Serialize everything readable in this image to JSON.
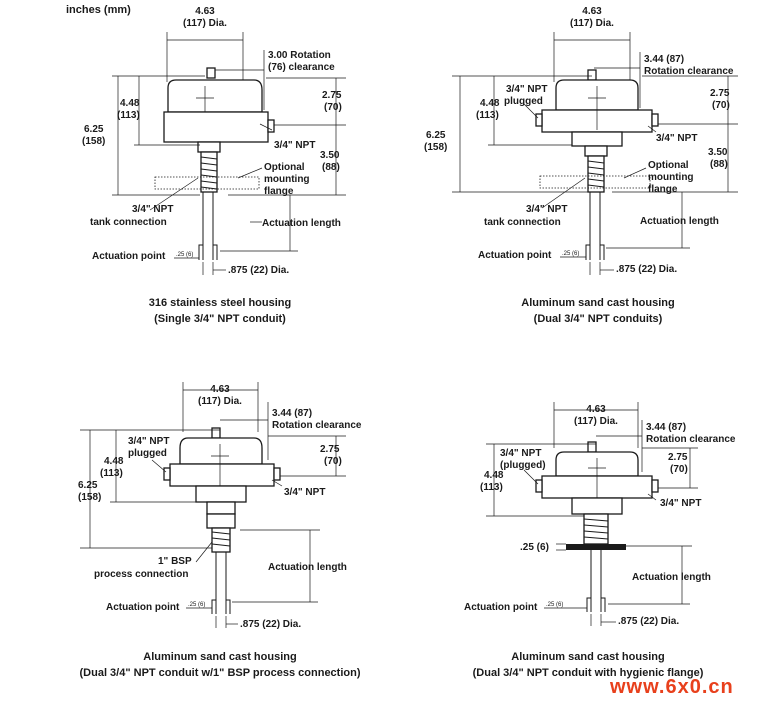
{
  "units_label": "inches (mm)",
  "watermark": "www.6x0.cn",
  "panels": [
    {
      "dim_width": "4.63",
      "dim_width_mm": "(117) Dia.",
      "dim_rot": "3.00 Rotation",
      "dim_rot2": "(76) clearance",
      "dim_275": "2.75",
      "dim_275_mm": "(70)",
      "dim_448": "4.48",
      "dim_448_mm": "(113)",
      "dim_625": "6.25",
      "dim_625_mm": "(158)",
      "dim_350": "3.50",
      "dim_350_mm": "(88)",
      "npt_side": "3/4\" NPT",
      "optional": "Optional",
      "mounting": "mounting",
      "flange": "flange",
      "tank1": "3/4\" NPT",
      "tank2": "tank connection",
      "actuation_length": "Actuation length",
      "actuation_point": "Actuation point",
      "point_dim": ".25 (6)",
      "dia": ".875 (22) Dia.",
      "caption1": "316 stainless steel housing",
      "caption2": "(Single 3/4\" NPT conduit)"
    },
    {
      "dim_width": "4.63",
      "dim_width_mm": "(117) Dia.",
      "dim_rot": "3.44 (87)",
      "dim_rot2": "Rotation clearance",
      "dim_275": "2.75",
      "dim_275_mm": "(70)",
      "dim_448": "4.48",
      "dim_448_mm": "(113)",
      "dim_625": "6.25",
      "dim_625_mm": "(158)",
      "dim_350": "3.50",
      "dim_350_mm": "(88)",
      "plugged1": "3/4\" NPT",
      "plugged2": "plugged",
      "npt_side": "3/4\" NPT",
      "optional": "Optional",
      "mounting": "mounting",
      "flange": "flange",
      "tank1": "3/4\" NPT",
      "tank2": "tank connection",
      "actuation_length": "Actuation length",
      "actuation_point": "Actuation point",
      "point_dim": ".25 (6)",
      "dia": ".875 (22) Dia.",
      "caption1": "Aluminum sand cast housing",
      "caption2": "(Dual 3/4\" NPT conduits)"
    },
    {
      "dim_width": "4.63",
      "dim_width_mm": "(117) Dia.",
      "dim_rot": "3.44 (87)",
      "dim_rot2": "Rotation clearance",
      "dim_275": "2.75",
      "dim_275_mm": "(70)",
      "dim_448": "4.48",
      "dim_448_mm": "(113)",
      "dim_625": "6.25",
      "dim_625_mm": "(158)",
      "plugged1": "3/4\" NPT",
      "plugged2": "plugged",
      "npt_side": "3/4\" NPT",
      "bsp1": "1\" BSP",
      "bsp2": "process connection",
      "actuation_length": "Actuation length",
      "actuation_point": "Actuation point",
      "point_dim": ".25 (6)",
      "dia": ".875 (22) Dia.",
      "caption1": "Aluminum sand cast housing",
      "caption2": "(Dual 3/4\" NPT conduit w/1\" BSP process connection)"
    },
    {
      "dim_width": "4.63",
      "dim_width_mm": "(117) Dia.",
      "dim_rot": "3.44 (87)",
      "dim_rot2": "Rotation clearance",
      "dim_275": "2.75",
      "dim_275_mm": "(70)",
      "dim_448": "4.48",
      "dim_448_mm": "(113)",
      "plugged1": "3/4\" NPT",
      "plugged2": "(plugged)",
      "npt_side": "3/4\" NPT",
      "flange_dim": ".25 (6)",
      "actuation_length": "Actuation length",
      "actuation_point": "Actuation point",
      "point_dim": ".25 (6)",
      "dia": ".875 (22) Dia.",
      "caption1": "Aluminum sand cast housing",
      "caption2": "(Dual 3/4\" NPT conduit with hygienic flange)"
    }
  ]
}
